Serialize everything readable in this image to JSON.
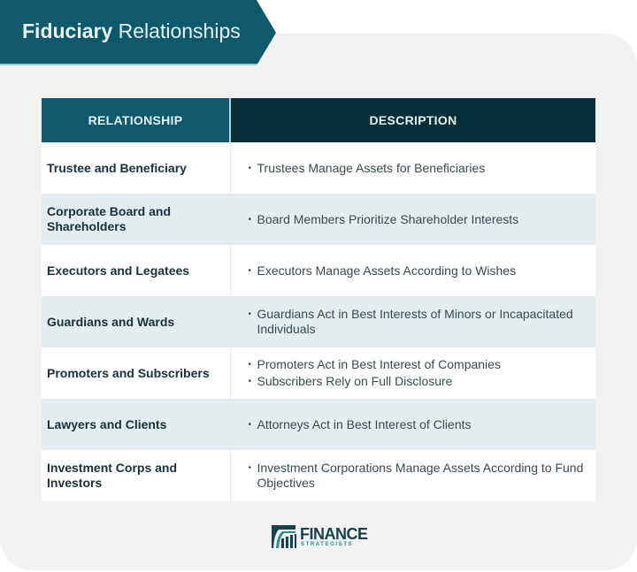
{
  "banner": {
    "title_bold": "Fiduciary",
    "title_rest": " Relationships"
  },
  "table": {
    "headers": [
      "RELATIONSHIP",
      "DESCRIPTION"
    ],
    "rows": [
      {
        "relationship": "Trustee and Beneficiary",
        "description": [
          "Trustees Manage Assets for Beneficiaries"
        ]
      },
      {
        "relationship": "Corporate Board and Shareholders",
        "description": [
          "Board Members Prioritize Shareholder Interests"
        ]
      },
      {
        "relationship": "Executors and Legatees",
        "description": [
          "Executors Manage Assets According to Wishes"
        ]
      },
      {
        "relationship": "Guardians and Wards",
        "description": [
          "Guardians Act in Best Interests of Minors or Incapacitated Individuals"
        ]
      },
      {
        "relationship": "Promoters and Subscribers",
        "description": [
          "Promoters Act in Best Interest of Companies",
          "Subscribers Rely on Full Disclosure"
        ]
      },
      {
        "relationship": "Lawyers and Clients",
        "description": [
          "Attorneys Act in Best Interest of Clients"
        ]
      },
      {
        "relationship": "Investment Corps and Investors",
        "description": [
          "Investment Corporations Manage Assets According to Fund Objectives"
        ]
      }
    ]
  },
  "logo": {
    "word": "FINANCE",
    "sub": "STRATEGISTS",
    "icon": "finance-strategists-logo-icon"
  },
  "colors": {
    "banner": "#0e5a6c",
    "header_left": "#0e5a6c",
    "header_right": "#062f38",
    "row_alt": "#e3edf0",
    "card_bg": "#f2f2f2"
  },
  "bullet_glyph": "•"
}
